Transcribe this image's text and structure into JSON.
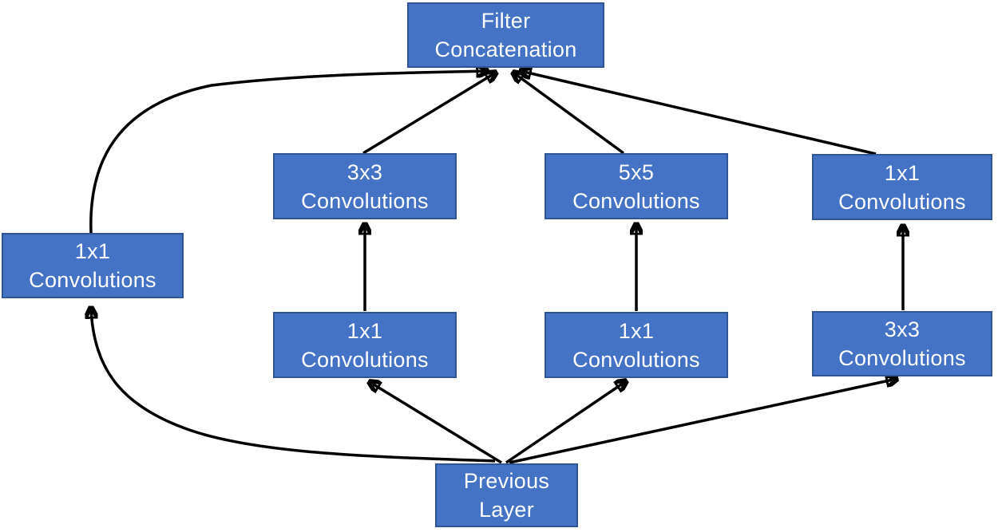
{
  "colors": {
    "background": "#ffffff",
    "box_fill": "#4472C4",
    "box_border": "#2F5597",
    "box_text": "#ffffff",
    "arrow": "#000000"
  },
  "nodes": {
    "filter_concat": {
      "line1": "Filter",
      "line2": "Concatenation"
    },
    "conv3x3_mid": {
      "line1": "3x3",
      "line2": "Convolutions"
    },
    "conv5x5_mid": {
      "line1": "5x5",
      "line2": "Convolutions"
    },
    "conv1x1_mid_right": {
      "line1": "1x1",
      "line2": "Convolutions"
    },
    "conv1x1_left": {
      "line1": "1x1",
      "line2": "Convolutions"
    },
    "conv1x1_bottom_left": {
      "line1": "1x1",
      "line2": "Convolutions"
    },
    "conv1x1_bottom_right": {
      "line1": "1x1",
      "line2": "Convolutions"
    },
    "conv3x3_bottom_right": {
      "line1": "3x3",
      "line2": "Convolutions"
    },
    "previous_layer": {
      "line1": "Previous",
      "line2": "Layer"
    }
  },
  "edges": [
    {
      "from": "previous_layer",
      "to": "conv1x1_left",
      "style": "curved"
    },
    {
      "from": "previous_layer",
      "to": "conv1x1_bottom_left",
      "style": "straight"
    },
    {
      "from": "previous_layer",
      "to": "conv1x1_bottom_right",
      "style": "straight"
    },
    {
      "from": "previous_layer",
      "to": "conv3x3_bottom_right",
      "style": "straight"
    },
    {
      "from": "conv1x1_bottom_left",
      "to": "conv3x3_mid",
      "style": "straight"
    },
    {
      "from": "conv1x1_bottom_right",
      "to": "conv5x5_mid",
      "style": "straight"
    },
    {
      "from": "conv3x3_bottom_right",
      "to": "conv1x1_mid_right",
      "style": "straight"
    },
    {
      "from": "conv1x1_left",
      "to": "filter_concat",
      "style": "curved"
    },
    {
      "from": "conv3x3_mid",
      "to": "filter_concat",
      "style": "straight"
    },
    {
      "from": "conv5x5_mid",
      "to": "filter_concat",
      "style": "straight"
    },
    {
      "from": "conv1x1_mid_right",
      "to": "filter_concat",
      "style": "straight"
    }
  ]
}
